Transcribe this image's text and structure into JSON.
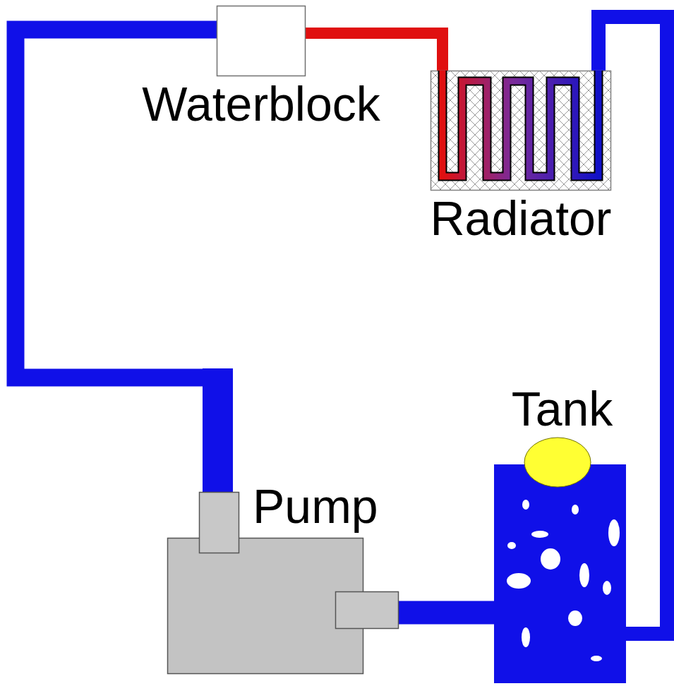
{
  "diagram": {
    "nodes": [
      {
        "text": [
          "Waterblock"
        ]
      },
      {
        "text": [
          "Radiator"
        ]
      },
      {
        "text": [
          "Tank"
        ]
      },
      {
        "text": [
          "Pump"
        ]
      }
    ],
    "edges": [
      {
        "from": 0,
        "to": 1,
        "arrow": "none"
      },
      {
        "from": 1,
        "to": 2,
        "arrow": "none"
      },
      {
        "from": 2,
        "to": 3,
        "arrow": "none"
      },
      {
        "from": 3,
        "to": 0,
        "arrow": "none"
      }
    ]
  }
}
